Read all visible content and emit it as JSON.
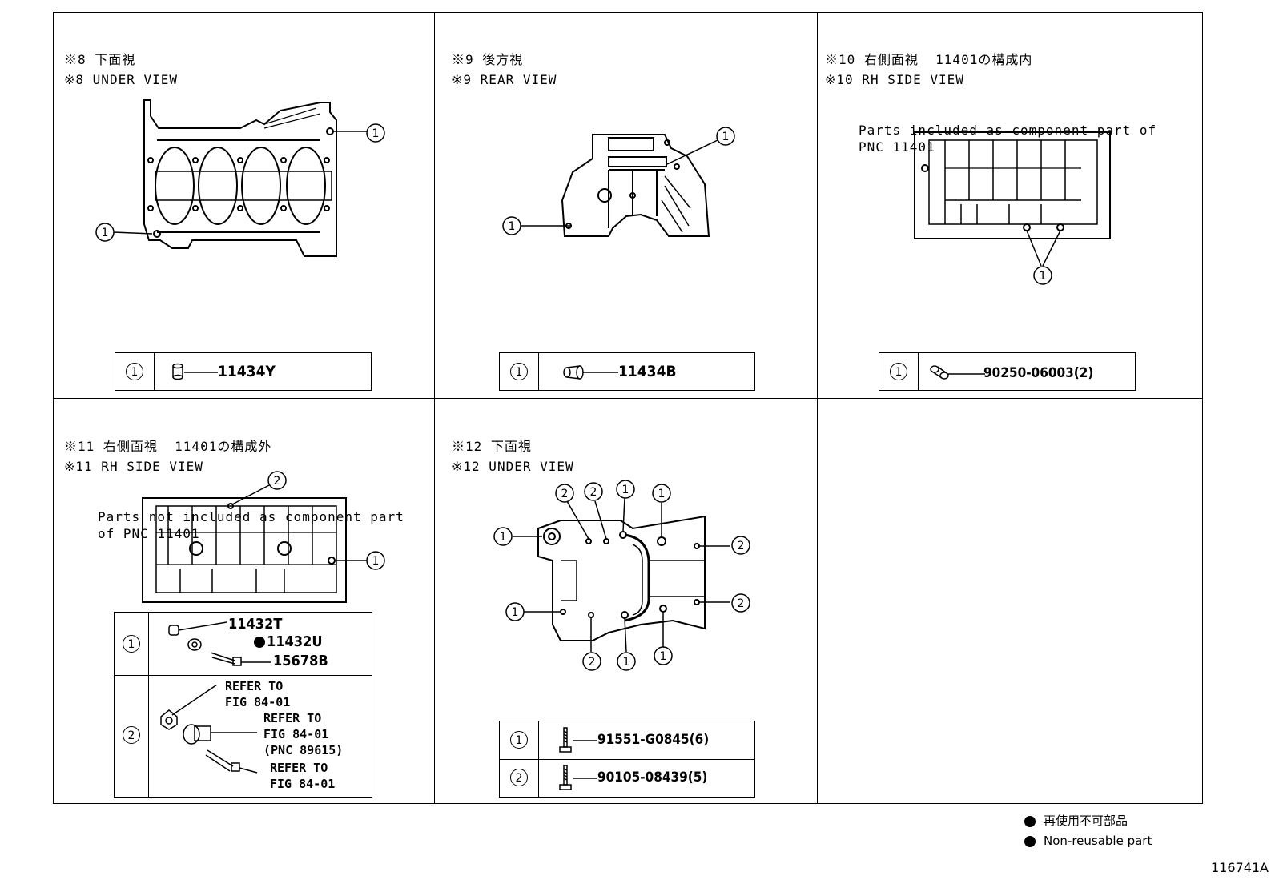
{
  "panels": [
    {
      "ja": "※8 下面視",
      "en": "※8 UNDER VIEW"
    },
    {
      "ja": "※9 後方視",
      "en": "※9 REAR VIEW"
    },
    {
      "ja": "※10 右側面視  11401の構成内",
      "en": "※10 RH SIDE VIEW",
      "note1": "Parts included as component part of",
      "note2": "PNC 11401"
    },
    {
      "ja": "※11 右側面視  11401の構成外",
      "en": "※11 RH SIDE VIEW",
      "note1": "Parts not included as component part",
      "note2": "of PNC 11401"
    },
    {
      "ja": "※12 下面視",
      "en": "※12 UNDER VIEW"
    }
  ],
  "callouts": {
    "c1": "1",
    "c2": "2"
  },
  "parts": {
    "p8": "11434Y",
    "p9": "11434B",
    "p10": "90250-06003(2)",
    "p11a": "11432T",
    "p11b": "11432U",
    "p11c": "15678B",
    "p12a": "91551-G0845(6)",
    "p12b": "90105-08439(5)"
  },
  "refers": {
    "r1": "REFER TO\nFIG 84-01",
    "r2": "REFER TO\nFIG 84-01\n(PNC 89615)",
    "r3": "REFER TO\nFIG 84-01"
  },
  "legend": {
    "ja": "再使用不可部品",
    "en": "Non-reusable part"
  },
  "figure_id": "116741A"
}
